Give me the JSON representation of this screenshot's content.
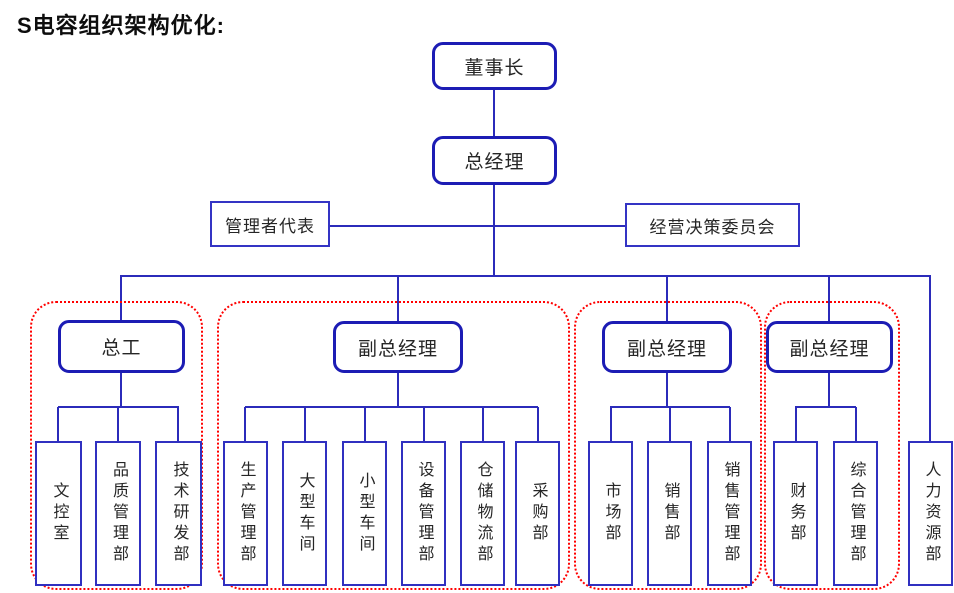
{
  "title": "S电容组织架构优化:",
  "colors": {
    "line_blue": "#2b2bba",
    "head_border_blue": "#1c1cb4",
    "rect_border_blue": "#3434c4",
    "group_outline_red": "#ff0000",
    "text": "#262626",
    "background": "#ffffff"
  },
  "nodes": {
    "chairman": "董事长",
    "general_manager": "总经理",
    "management_rep": "管理者代表",
    "committee": "经营决策委员会",
    "hr": "人力资源部"
  },
  "groups": [
    {
      "head": "总工",
      "children": [
        "文控室",
        "品质管理部",
        "技术研发部"
      ]
    },
    {
      "head": "副总经理",
      "children": [
        "生产管理部",
        "大型车间",
        "小型车间",
        "设备管理部",
        "仓储物流部",
        "采购部"
      ]
    },
    {
      "head": "副总经理",
      "children": [
        "市场部",
        "销售部",
        "销售管理部"
      ]
    },
    {
      "head": "副总经理",
      "children": [
        "财务部",
        "综合管理部"
      ]
    }
  ]
}
